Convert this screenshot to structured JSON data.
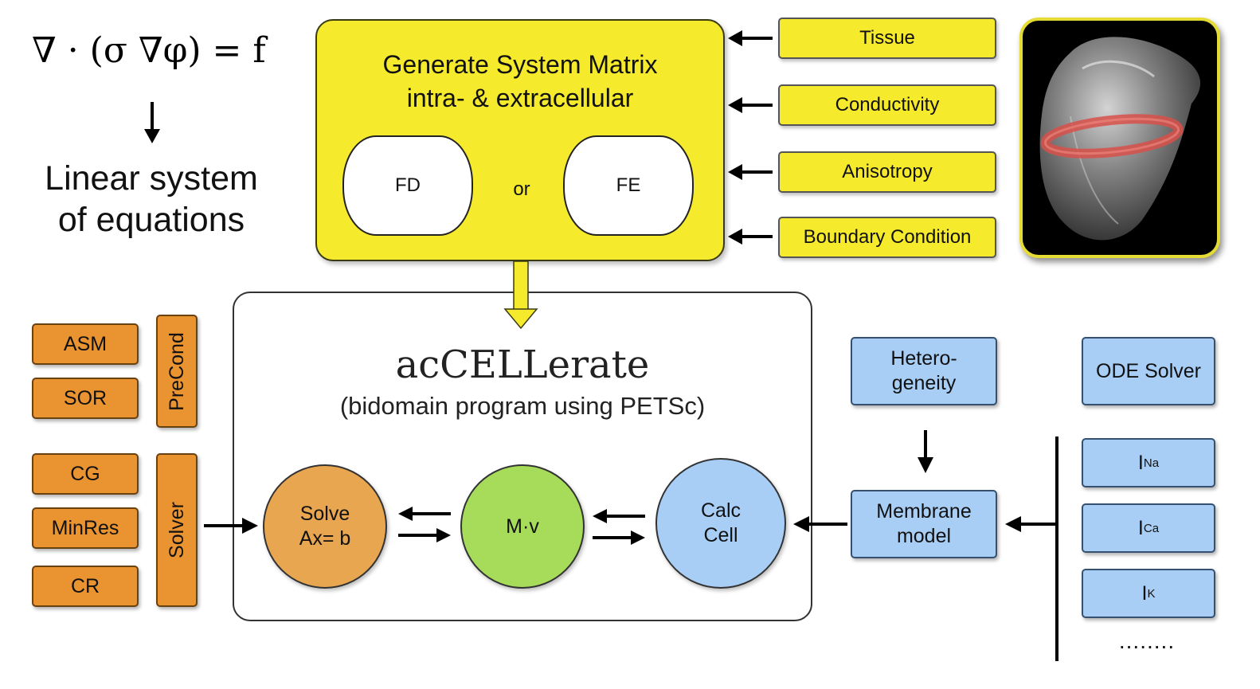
{
  "equation": {
    "text": "∇ · (σ ∇φ) = f"
  },
  "linear_system": {
    "line1": "Linear system",
    "line2": "of equations"
  },
  "matrix_box": {
    "title_line1": "Generate System Matrix",
    "title_line2": "intra- & extracellular",
    "method_fd": "FD",
    "or_label": "or",
    "method_fe": "FE"
  },
  "inputs": [
    {
      "label": "Tissue"
    },
    {
      "label": "Conductivity"
    },
    {
      "label": "Anisotropy"
    },
    {
      "label": "Boundary Condition"
    }
  ],
  "heart_image": {
    "icon": "heart-3d-render"
  },
  "program": {
    "title": "acCELLerate",
    "subtitle": "(bidomain program using PETSc)",
    "solve_line1": "Solve",
    "solve_line2": "Ax= b",
    "mv": "M·v",
    "calc_line1": "Calc",
    "calc_line2": "Cell"
  },
  "preconditioners": {
    "group_label": "PreCond",
    "items": [
      "ASM",
      "SOR"
    ]
  },
  "solvers": {
    "group_label": "Solver",
    "items": [
      "CG",
      "MinRes",
      "CR"
    ]
  },
  "cell_model": {
    "heterogeneity_line1": "Hetero-",
    "heterogeneity_line2": "geneity",
    "membrane_line1": "Membrane",
    "membrane_line2": "model",
    "ode_solver": "ODE Solver",
    "currents": [
      {
        "main": "I",
        "sub": "Na"
      },
      {
        "main": "I",
        "sub": "Ca"
      },
      {
        "main": "I",
        "sub": "K"
      }
    ],
    "more": "........"
  },
  "colors": {
    "yellow": "#f6ea2c",
    "orange": "#e99331",
    "orange_circle": "#e8a650",
    "green": "#a6dc5a",
    "blue": "#a8cef6"
  }
}
